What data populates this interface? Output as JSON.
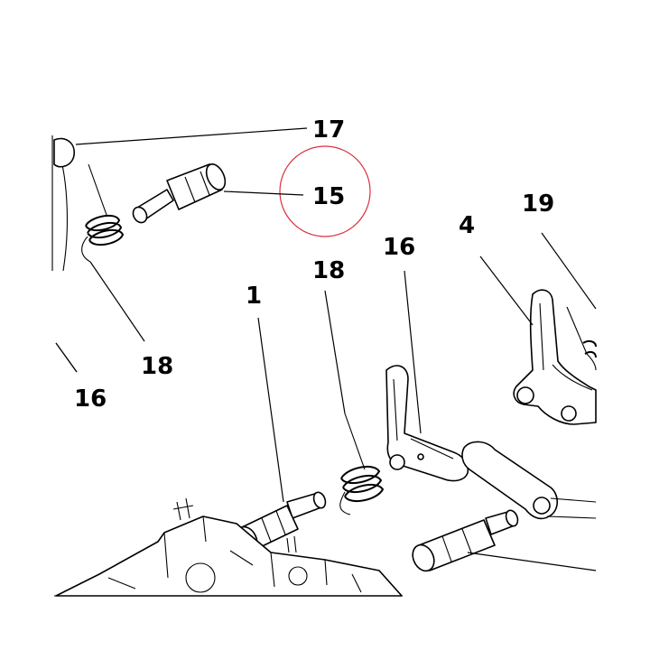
{
  "callouts": {
    "c17": "17",
    "c15": "15",
    "c18a": "18",
    "c16a": "16",
    "c19": "19",
    "c4": "4",
    "c16b": "16",
    "c18b": "18",
    "c1": "1"
  },
  "highlight_color": "#d9303f"
}
